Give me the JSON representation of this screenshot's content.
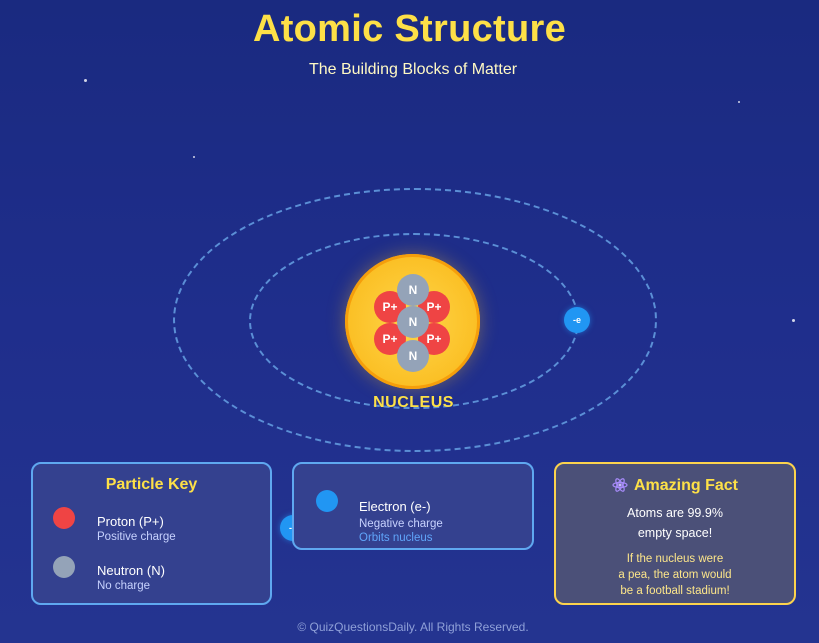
{
  "header": {
    "title": "Atomic Structure",
    "subtitle": "The Building Blocks of Matter"
  },
  "nucleus": {
    "label": "NUCLEUS",
    "proton_symbol": "P+",
    "neutron_symbol": "N"
  },
  "electron_symbol": "-e",
  "particle_key": {
    "title": "Particle Key",
    "items": [
      {
        "label": "Proton (P+)",
        "desc": "Positive charge"
      },
      {
        "label": "Neutron (N)",
        "desc": "No charge"
      }
    ]
  },
  "electron_card": {
    "label": "Electron (e-)",
    "desc": "Negative charge",
    "note": "Orbits nucleus"
  },
  "fact": {
    "icon": "atom-icon",
    "title": "Amazing Fact",
    "main_line1": "Atoms are 99.9%",
    "main_line2": "empty space!",
    "sub_line1": "If the nucleus were",
    "sub_line2": "a pea, the atom would",
    "sub_line3": "be a football stadium!"
  },
  "footer": "© QuizQuestionsDaily. All Rights Reserved.",
  "colors": {
    "proton": "#ef4444",
    "neutron": "#94a3b8",
    "electron": "#2196f3",
    "accent": "#fde047"
  }
}
